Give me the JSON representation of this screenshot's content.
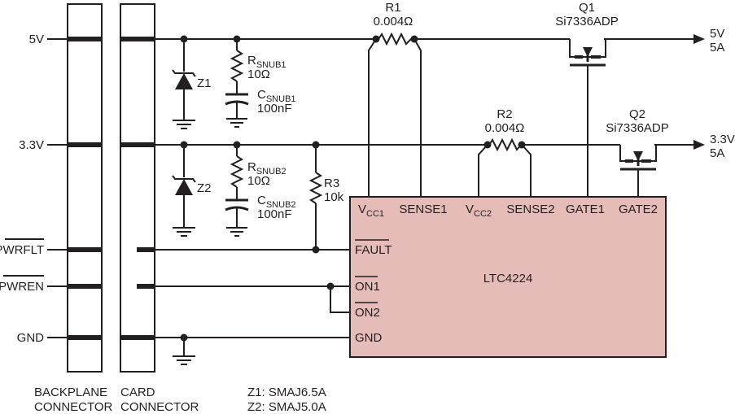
{
  "rails": {
    "v5": "5V",
    "v33": "3.3V",
    "pwrflt": "PWRFLT",
    "pwren": "PWREN",
    "gnd": "GND"
  },
  "connectors": {
    "backplane_line1": "BACKPLANE",
    "backplane_line2": "CONNECTOR",
    "card_line1": "CARD",
    "card_line2": "CONNECTOR"
  },
  "zeners": {
    "z1": "Z1",
    "z2": "Z2",
    "note1": "Z1: SMAJ6.5A",
    "note2": "Z2: SMAJ5.0A"
  },
  "snubbers": {
    "r1_main": "R",
    "r1_sub": "SNUB1",
    "r1_value": "10Ω",
    "c1_main": "C",
    "c1_sub": "SNUB1",
    "c1_value": "100nF",
    "r2_main": "R",
    "r2_sub": "SNUB2",
    "r2_value": "10Ω",
    "c2_main": "C",
    "c2_sub": "SNUB2",
    "c2_value": "100nF"
  },
  "resistors": {
    "r1": "R1",
    "r1_value": "0.004Ω",
    "r2": "R2",
    "r2_value": "0.004Ω",
    "r3": "R3",
    "r3_value": "10k"
  },
  "mosfets": {
    "q1": "Q1",
    "q1_part": "Si7336ADP",
    "q2": "Q2",
    "q2_part": "Si7336ADP"
  },
  "outputs": {
    "out5_v": "5V",
    "out5_a": "5A",
    "out33_v": "3.3V",
    "out33_a": "5A"
  },
  "ic": {
    "name": "LTC4224",
    "pin_vcc1_main": "V",
    "pin_vcc1_sub": "CC1",
    "pin_sense1": "SENSE1",
    "pin_vcc2_main": "V",
    "pin_vcc2_sub": "CC2",
    "pin_sense2": "SENSE2",
    "pin_gate1": "GATE1",
    "pin_gate2": "GATE2",
    "pin_fault": "FAULT",
    "pin_on1": "ON1",
    "pin_on2": "ON2",
    "pin_gnd": "GND"
  },
  "colors": {
    "ic_fill": "#e6bcb8",
    "line": "#231f20"
  }
}
